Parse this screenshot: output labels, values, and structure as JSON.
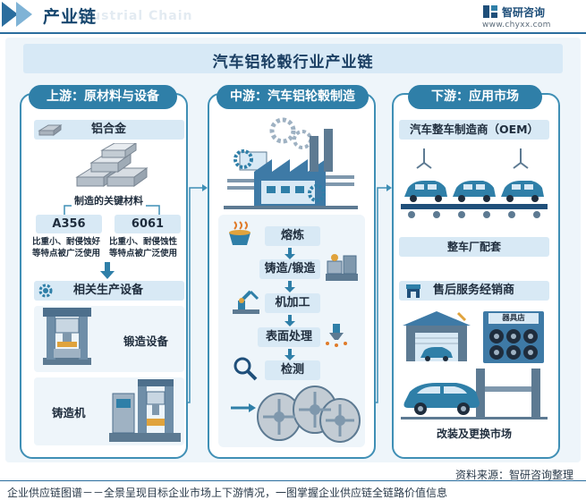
{
  "header": {
    "title": "产业链",
    "watermark": "Industrial Chain",
    "brand_name": "智研咨询",
    "brand_url": "www.chyxx.com"
  },
  "main_title": "汽车铝轮毂行业产业链",
  "upstream": {
    "title": "上游：原材料与设备",
    "alloy": "铝合金",
    "key_materials": "制造的关键材料",
    "materials": [
      {
        "name": "A356",
        "desc1": "比重小、耐侵蚀好",
        "desc2": "等特点被广泛使用"
      },
      {
        "name": "6061",
        "desc1": "比重小、耐侵蚀性",
        "desc2": "等特点被广泛使用"
      }
    ],
    "equipment": "相关生产设备",
    "forging": "锻造设备",
    "casting": "铸造机"
  },
  "midstream": {
    "title": "中游：汽车铝轮毂制造",
    "steps": [
      "熔炼",
      "铸造/锻造",
      "机加工",
      "表面处理",
      "检测"
    ]
  },
  "downstream": {
    "title": "下游：应用市场",
    "oem": "汽车整车制造商（OEM）",
    "oem_caption": "整车厂配套",
    "aftermarket": "售后服务经销商",
    "shop_sign": "器具店",
    "aftermarket_caption": "改装及更换市场"
  },
  "source": "资料来源：智研咨询整理",
  "footer": "企业供应链图谱－－全景呈现目标企业市场上下游情况，一图掌握企业供应链全链路价值信息",
  "colors": {
    "primary": "#2f7fa8",
    "light": "#d8e9f5",
    "dark": "#16466e"
  }
}
